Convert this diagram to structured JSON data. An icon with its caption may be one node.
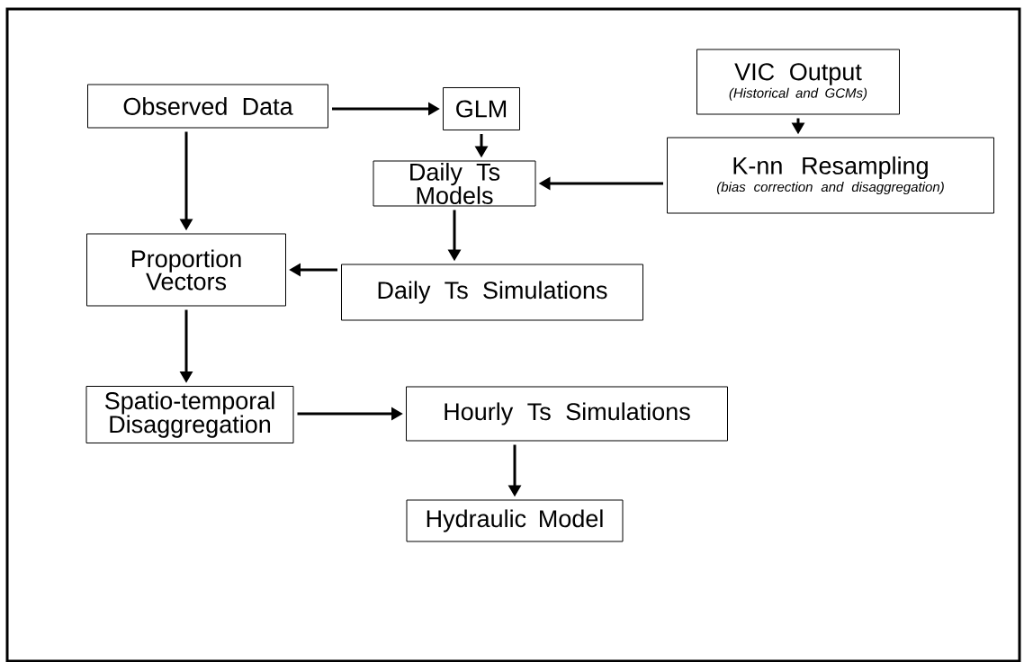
{
  "diagram": {
    "nodes": [
      {
        "text": [
          "Observed Data"
        ]
      },
      {
        "text": [
          "GLM"
        ]
      },
      {
        "text": [
          "VIC Output",
          "(Historical and GCMs)"
        ]
      },
      {
        "text": [
          "Daily Ts Models"
        ]
      },
      {
        "text": [
          "K-nn Resampling",
          "(bias correction and disaggregation)"
        ]
      },
      {
        "text": [
          "Proportion Vectors"
        ]
      },
      {
        "text": [
          "Daily Ts Simulations"
        ]
      },
      {
        "text": [
          "Spatio-temporal Disaggregation"
        ]
      },
      {
        "text": [
          "Hourly Ts Simulations"
        ]
      },
      {
        "text": [
          "Hydraulic Model"
        ]
      }
    ],
    "edges": [
      {
        "from": 0,
        "to": 1,
        "arrow": "to"
      },
      {
        "from": 0,
        "to": 5,
        "arrow": "to"
      },
      {
        "from": 1,
        "to": 3,
        "arrow": "to"
      },
      {
        "from": 2,
        "to": 4,
        "arrow": "to"
      },
      {
        "from": 4,
        "to": 3,
        "arrow": "to"
      },
      {
        "from": 3,
        "to": 6,
        "arrow": "to"
      },
      {
        "from": 6,
        "to": 5,
        "arrow": "to"
      },
      {
        "from": 5,
        "to": 7,
        "arrow": "to"
      },
      {
        "from": 7,
        "to": 8,
        "arrow": "to"
      },
      {
        "from": 8,
        "to": 9,
        "arrow": "to"
      }
    ]
  }
}
